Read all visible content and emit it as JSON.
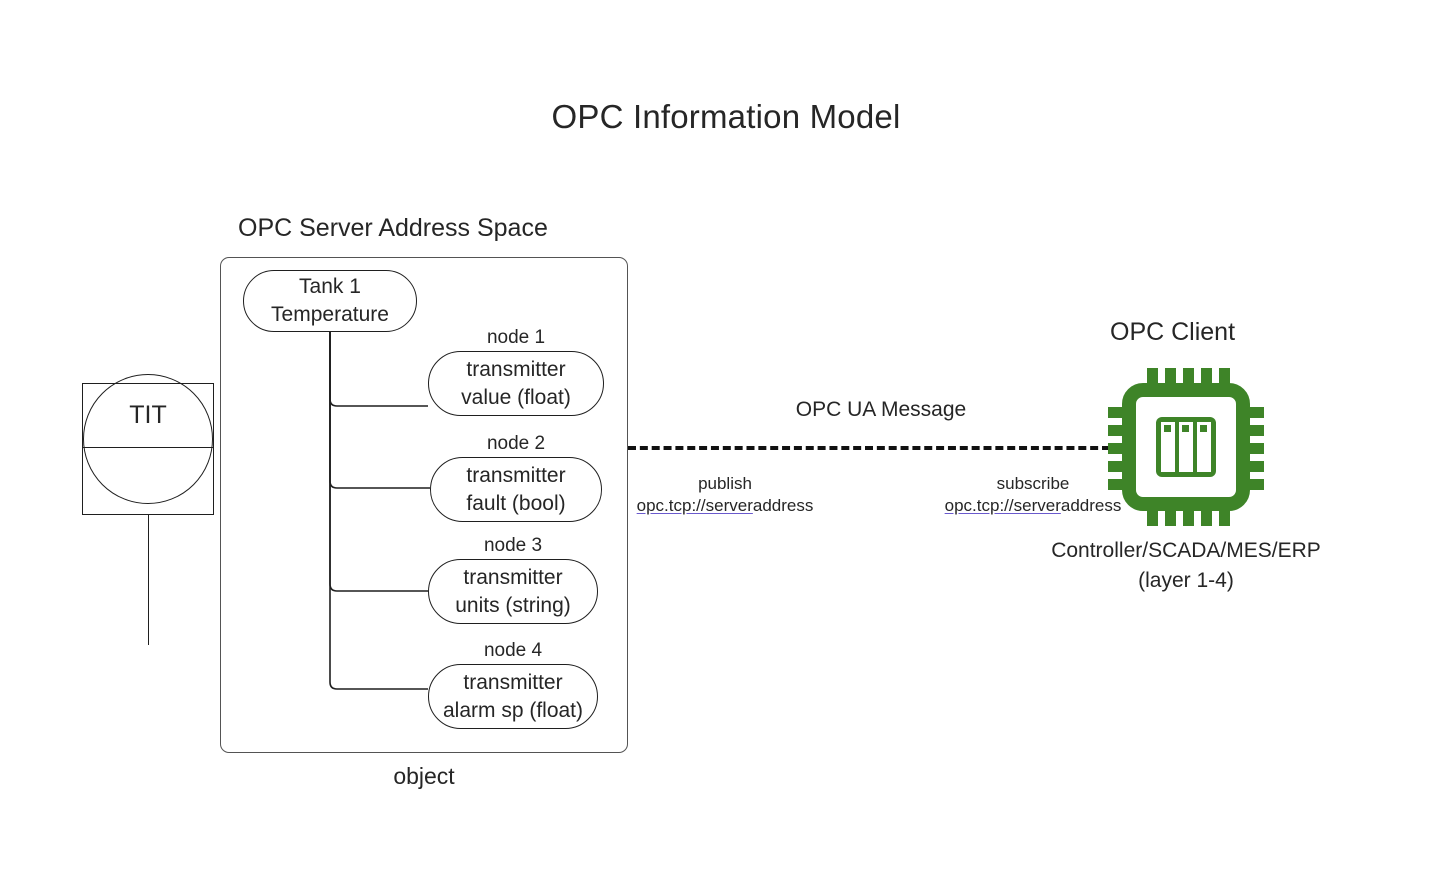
{
  "title": "OPC Information Model",
  "colors": {
    "chip_green": "#3e8428",
    "stroke": "#1f1f1f",
    "container_stroke": "#545454",
    "link_underline": "#6a5acd",
    "background": "#ffffff"
  },
  "server": {
    "caption": "OPC Server Address Space",
    "object_caption": "object",
    "root_node": {
      "line1": "Tank 1",
      "line2": "Temperature"
    },
    "nodes": [
      {
        "caption": "node 1",
        "line1": "transmitter",
        "line2": "value (float)"
      },
      {
        "caption": "node 2",
        "line1": "transmitter",
        "line2": "fault (bool)"
      },
      {
        "caption": "node 3",
        "line1": "transmitter",
        "line2": "units (string)"
      },
      {
        "caption": "node 4",
        "line1": "transmitter",
        "line2": "alarm sp (float)"
      }
    ]
  },
  "instrument": {
    "tag": "TIT",
    "icon": "instrument-bubble-icon"
  },
  "message": {
    "label": "OPC UA Message",
    "publish": {
      "action": "publish",
      "url_link": "opc.tcp://server",
      "url_tail": "address"
    },
    "subscribe": {
      "action": "subscribe",
      "url_link": "opc.tcp://server",
      "url_tail": "address"
    }
  },
  "client": {
    "caption": "OPC Client",
    "icon": "cpu-chip-icon",
    "subtitle_line1": "Controller/SCADA/MES/ERP",
    "subtitle_line2": "(layer 1-4)"
  }
}
